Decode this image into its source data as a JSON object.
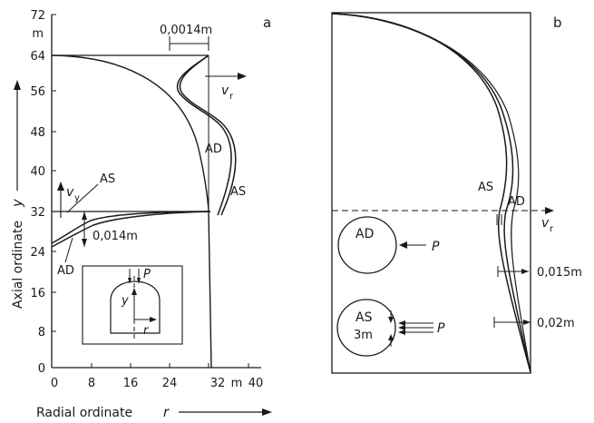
{
  "panel_a": {
    "label": "a",
    "y_ticks": [
      "72",
      "m",
      "64",
      "56",
      "48",
      "40",
      "32",
      "24",
      "16",
      "8",
      "0"
    ],
    "x_ticks": [
      "0",
      "8",
      "16",
      "24",
      "32",
      "m",
      "40"
    ],
    "y_axis_label": "Axial ordinate",
    "y_axis_symbol": "y",
    "x_axis_label": "Radial ordinate",
    "x_axis_symbol": "r",
    "top_dimension": "0,0014m",
    "vr_label": "v",
    "vr_sub": "r",
    "vy_label": "v",
    "vy_sub": "y",
    "as_upper": "AS",
    "ad_right": "AD",
    "as_right": "AS",
    "left_dimension": "0,014m",
    "ad_lower": "AD",
    "inset_p": "P",
    "inset_y": "y",
    "inset_r": "r"
  },
  "panel_b": {
    "label": "b",
    "as_label": "AS",
    "ad_label": "AD",
    "vr_label": "v",
    "vr_sub": "r",
    "circle_ad_label": "AD",
    "circle_ad_p": "P",
    "circle_as_label": "AS",
    "circle_as_dim": "3m",
    "circle_as_p": "P",
    "dim_upper": "0,015m",
    "dim_lower": "0,02m"
  }
}
